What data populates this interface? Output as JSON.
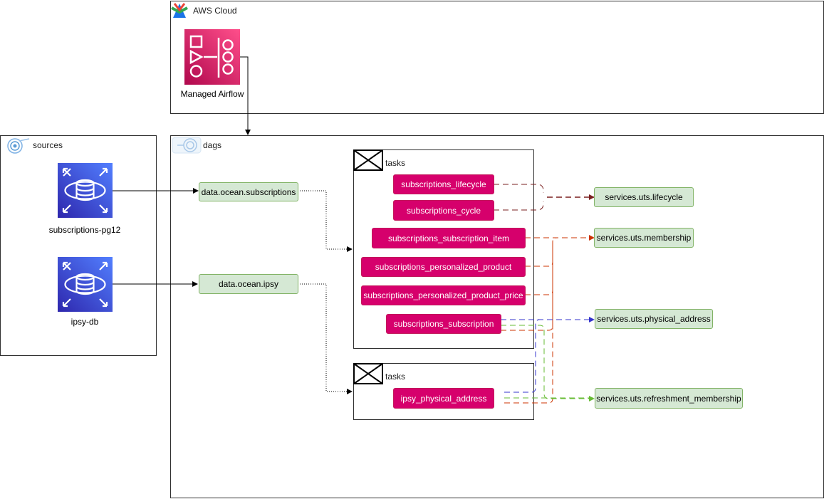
{
  "aws_cloud": {
    "label": "AWS Cloud",
    "airflow_caption": "Managed Airflow"
  },
  "sources": {
    "label": "sources",
    "db1_caption": "subscriptions-pg12",
    "db2_caption": "ipsy-db"
  },
  "dags": {
    "label": "dags",
    "dataset_subscriptions": "data.ocean.subscriptions",
    "dataset_ipsy": "data.ocean.ipsy",
    "tasks_group_1": {
      "label": "tasks",
      "items": [
        "subscriptions_lifecycle",
        "subscriptions_cycle",
        "subscriptions_subscription_item",
        "subscriptions_personalized_product",
        "subscriptions_personalized_product_price",
        "subscriptions_subscription"
      ]
    },
    "tasks_group_2": {
      "label": "tasks",
      "items": [
        "ipsy_physical_address"
      ]
    },
    "outputs": [
      "services.uts.lifecycle",
      "services.uts.membership",
      "services.uts.physical_address",
      "services.uts.refreshment_membership"
    ]
  },
  "colors": {
    "task_fill": "#d6006c",
    "output_fill": "#d5e8d4",
    "output_stroke": "#82b366",
    "edge_lifecycle": "#7a1f1f",
    "edge_membership": "#cc3300",
    "edge_address": "#3333cc",
    "edge_refreshment": "#66bb33"
  }
}
